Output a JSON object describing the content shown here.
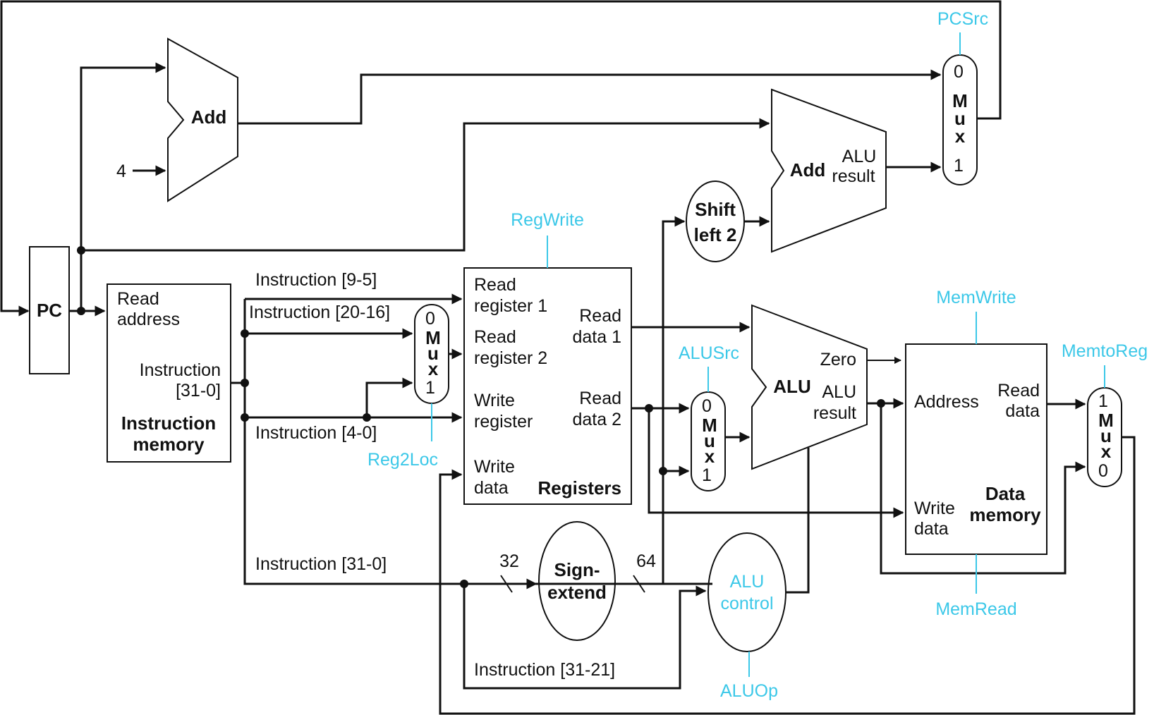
{
  "blocks": {
    "pc": "PC",
    "pc_add": "Add",
    "const_four": "4",
    "branch_add": "Add",
    "branch_add_result_1": "ALU",
    "branch_add_result_2": "result",
    "shift_1": "Shift",
    "shift_2": "left 2",
    "imem_read_1": "Read",
    "imem_read_2": "address",
    "imem_instr_1": "Instruction",
    "imem_instr_2": "[31-0]",
    "imem_title_1": "Instruction",
    "imem_title_2": "memory",
    "reg_rr1_1": "Read",
    "reg_rr1_2": "register 1",
    "reg_rr2_1": "Read",
    "reg_rr2_2": "register 2",
    "reg_wr_1": "Write",
    "reg_wr_2": "register",
    "reg_wd_1": "Write",
    "reg_wd_2": "data",
    "reg_rd1_1": "Read",
    "reg_rd1_2": "data 1",
    "reg_rd2_1": "Read",
    "reg_rd2_2": "data 2",
    "reg_title": "Registers",
    "alu": "ALU",
    "alu_zero": "Zero",
    "alu_result_1": "ALU",
    "alu_result_2": "result",
    "dmem_addr": "Address",
    "dmem_rd_1": "Read",
    "dmem_rd_2": "data",
    "dmem_wd_1": "Write",
    "dmem_wd_2": "data",
    "dmem_title_1": "Data",
    "dmem_title_2": "memory",
    "sign_1": "Sign-",
    "sign_2": "extend",
    "aluctl_1": "ALU",
    "aluctl_2": "control",
    "width_32": "32",
    "width_64": "64"
  },
  "mux": {
    "m": "M",
    "u": "u",
    "x": "x",
    "pcsrc_top": "0",
    "pcsrc_bot": "1",
    "reg2loc_top": "0",
    "reg2loc_bot": "1",
    "alusrc_top": "0",
    "alusrc_bot": "1",
    "memtoreg_top": "1",
    "memtoreg_bot": "0"
  },
  "wires": {
    "instr_9_5": "Instruction [9-5]",
    "instr_20_16": "Instruction [20-16]",
    "instr_4_0": "Instruction [4-0]",
    "instr_31_0": "Instruction [31-0]",
    "instr_31_21": "Instruction [31-21]"
  },
  "control": {
    "pcsrc": "PCSrc",
    "regwrite": "RegWrite",
    "reg2loc": "Reg2Loc",
    "alusrc": "ALUSrc",
    "memwrite": "MemWrite",
    "memtoreg": "MemtoReg",
    "memread": "MemRead",
    "aluop": "ALUOp"
  },
  "colors": {
    "control": "#3cc8e8",
    "wire": "#111111"
  }
}
